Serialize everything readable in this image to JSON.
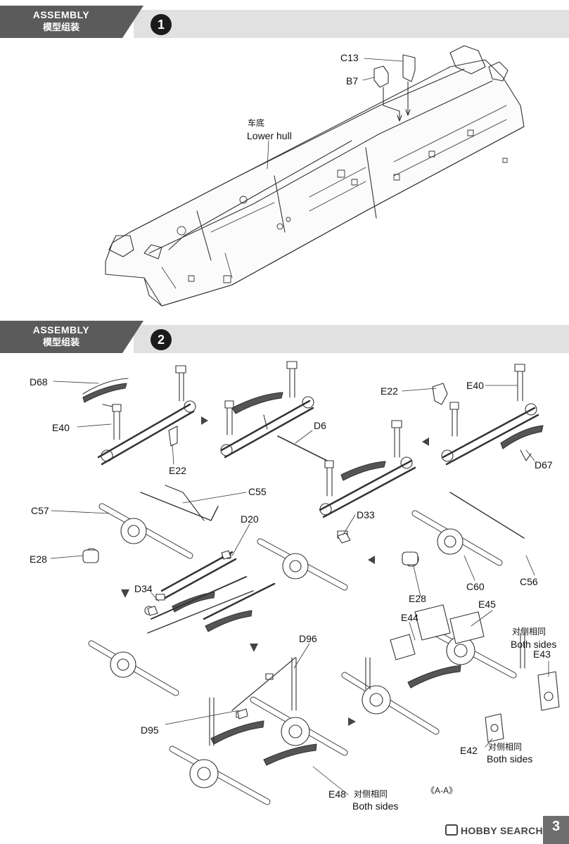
{
  "steps": [
    {
      "title_en": "ASSEMBLY",
      "title_cn": "模型组装",
      "number": "1"
    },
    {
      "title_en": "ASSEMBLY",
      "title_cn": "模型组装",
      "number": "2"
    }
  ],
  "step1": {
    "labels": {
      "c13": "C13",
      "b7": "B7",
      "hull_cn": "车底",
      "hull_en": "Lower hull"
    }
  },
  "step2": {
    "labels": {
      "d68": "D68",
      "e40_left": "E40",
      "e22_left": "E22",
      "d6": "D6",
      "e22_right": "E22",
      "e40_right": "E40",
      "d67": "D67",
      "c55": "C55",
      "c57": "C57",
      "e28_left": "E28",
      "d20": "D20",
      "d33": "D33",
      "e28_right": "E28",
      "c60": "C60",
      "c56": "C56",
      "d34": "D34",
      "d96": "D96",
      "d95": "D95",
      "e44": "E44",
      "e45": "E45",
      "both_sides_1_cn": "对侧相同",
      "both_sides_1_en": "Both sides",
      "e43": "E43",
      "e42": "E42",
      "both_sides_2_cn": "对侧相同",
      "both_sides_2_en": "Both sides",
      "e48": "E48",
      "both_sides_3_cn": "对侧相同",
      "both_sides_3_en": "Both sides",
      "section": "《A-A》"
    }
  },
  "footer": {
    "page_number": "3",
    "watermark": "HOBBY SEARCH"
  }
}
